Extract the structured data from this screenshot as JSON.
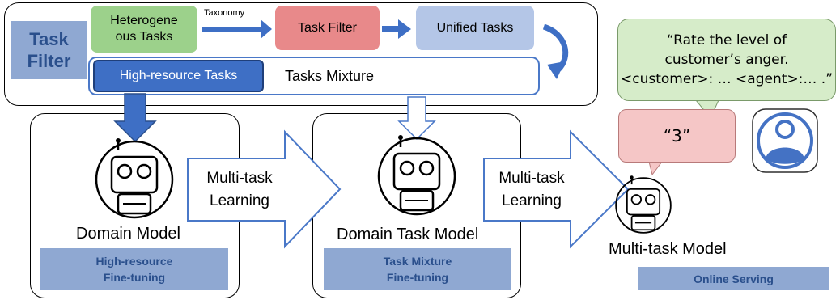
{
  "task_filter_section": {
    "side_label": "Task\nFilter",
    "heterogeneous_tasks": "Heterogene\nous Tasks",
    "taxonomy_label": "Taxonomy",
    "task_filter": "Task Filter",
    "unified_tasks": "Unified Tasks",
    "high_resource_tasks": "High-resource Tasks",
    "tasks_mixture": "Tasks Mixture"
  },
  "stages": [
    {
      "model_name": "Domain Model",
      "stage_label": "High-resource\nFine-tuning"
    },
    {
      "model_name": "Domain Task Model",
      "stage_label": "Task Mixture\nFine-tuning"
    },
    {
      "model_name": "Multi-task Model",
      "stage_label": "Online Serving"
    }
  ],
  "arrows": [
    {
      "label": "Multi-task\nLearning"
    },
    {
      "label": "Multi-task\nLearning"
    }
  ],
  "serving": {
    "prompt_bubble": "“Rate the level of\ncustomer’s anger.\n<customer>: … <agent>:… .”",
    "reply_bubble": "“3”"
  },
  "colors": {
    "steel_blue": "#8fa8d2",
    "green": "#9cd18b",
    "salmon": "#e8898a",
    "light_blue": "#b4c6e7",
    "dark_blue": "#3e6fc5",
    "bubble_green": "#d6ecc9",
    "bubble_pink": "#f5c6c6",
    "user_icon_blue": "#4472c4"
  }
}
